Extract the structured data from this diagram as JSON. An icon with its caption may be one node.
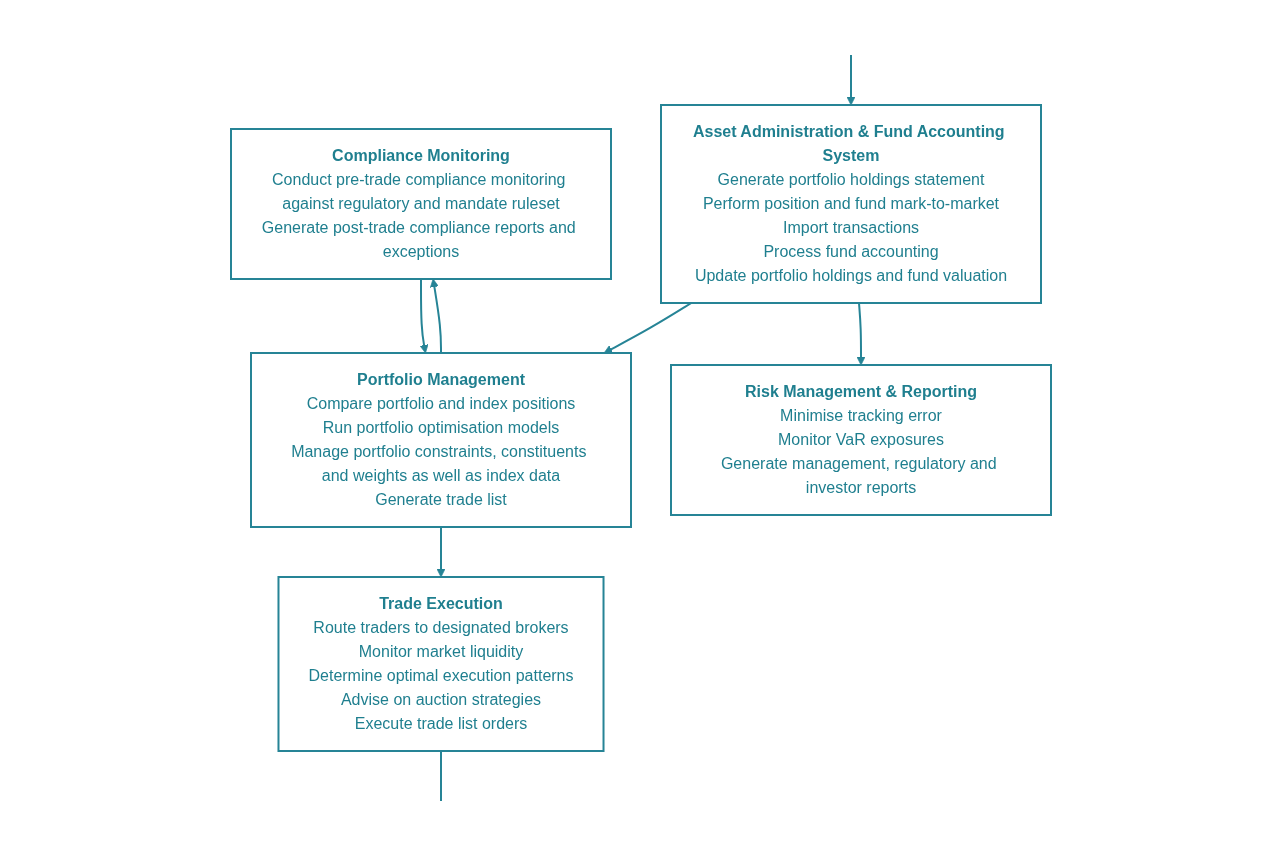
{
  "diagram": {
    "nodes": [
      {
        "text": [
          "Compliance Monitoring",
          "Conduct pre-trade compliance monitoring against regulatory and mandate ruleset",
          "Generate post-trade compliance reports and exceptions"
        ]
      },
      {
        "text": [
          "Asset Administration & Fund Accounting System",
          "Generate portfolio holdings statement",
          "Perform position and fund mark-to-market",
          "Import transactions",
          "Process fund accounting",
          "Update portfolio holdings and fund valuation"
        ]
      },
      {
        "text": [
          "Portfolio Management",
          "Compare portfolio and index positions",
          "Run portfolio optimisation models",
          "Manage portfolio constraints, constituents and weights as well as index data",
          "Generate trade list"
        ]
      },
      {
        "text": [
          "Trade Execution",
          "Route traders to designated brokers",
          "Monitor market liquidity",
          "Determine optimal execution patterns",
          "Advise on auction strategies",
          "Execute trade list orders"
        ]
      },
      {
        "text": [
          "Risk Management & Reporting",
          "Minimise tracking error",
          "Monitor VaR exposures",
          "Generate management, regulatory and investor reports"
        ]
      }
    ],
    "edges": [
      {
        "from": 0,
        "to": 2,
        "arrow": "to"
      },
      {
        "from": 2,
        "to": 0,
        "arrow": "to"
      },
      {
        "from": 1,
        "to": 2,
        "arrow": "to"
      },
      {
        "from": 2,
        "to": 3,
        "arrow": "to"
      },
      {
        "from": 3,
        "to": null,
        "arrow": "none"
      },
      {
        "from": 1,
        "to": 4,
        "arrow": "to"
      },
      {
        "from": null,
        "to": 1,
        "arrow": "to"
      }
    ]
  }
}
